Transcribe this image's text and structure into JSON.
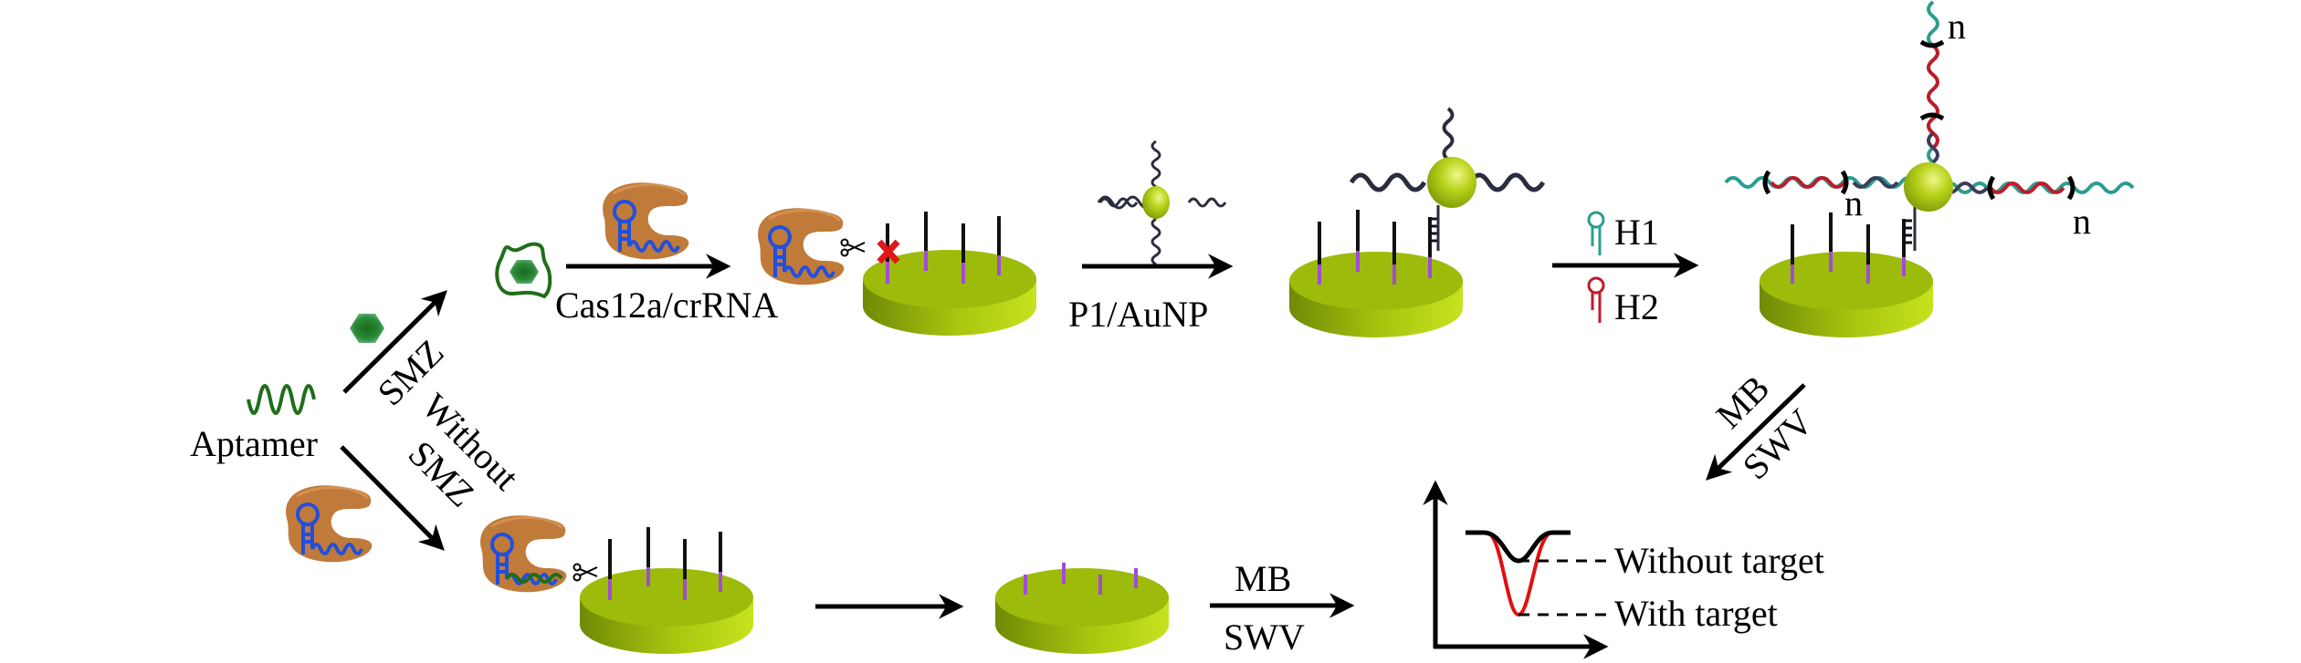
{
  "title": "Cas12a/crRNA aptamer-based electrochemical SMZ detection scheme",
  "labels": {
    "aptamer": "Aptamer",
    "smz": "SMZ",
    "without_smz_line1": "Without",
    "without_smz_line2": "SMZ",
    "cas12a_crrna": "Cas12a/crRNA",
    "p1_aunp": "P1/AuNP",
    "h1": "H1",
    "h2": "H2",
    "n": "n",
    "mb": "MB",
    "swv": "SWV",
    "without_target": "Without target",
    "with_target": "With target"
  },
  "colors": {
    "aptamer": "#1f6e1a",
    "smz": "#1e7a2a",
    "cas12a": "#c07a3a",
    "crrna": "#1f4fe0",
    "electrode_top": "#9dbb0a",
    "electrode_side": "#7f9a05",
    "probe": "#111111",
    "linker": "#a24bd6",
    "aunp": "#b7d31a",
    "p1_strand": "#2a2d3e",
    "h1": "#2a9d8f",
    "h2": "#c01a2a",
    "cut_mark": "#e01818",
    "signal_with_target": "#e01010",
    "signal_without_target": "#000000"
  }
}
